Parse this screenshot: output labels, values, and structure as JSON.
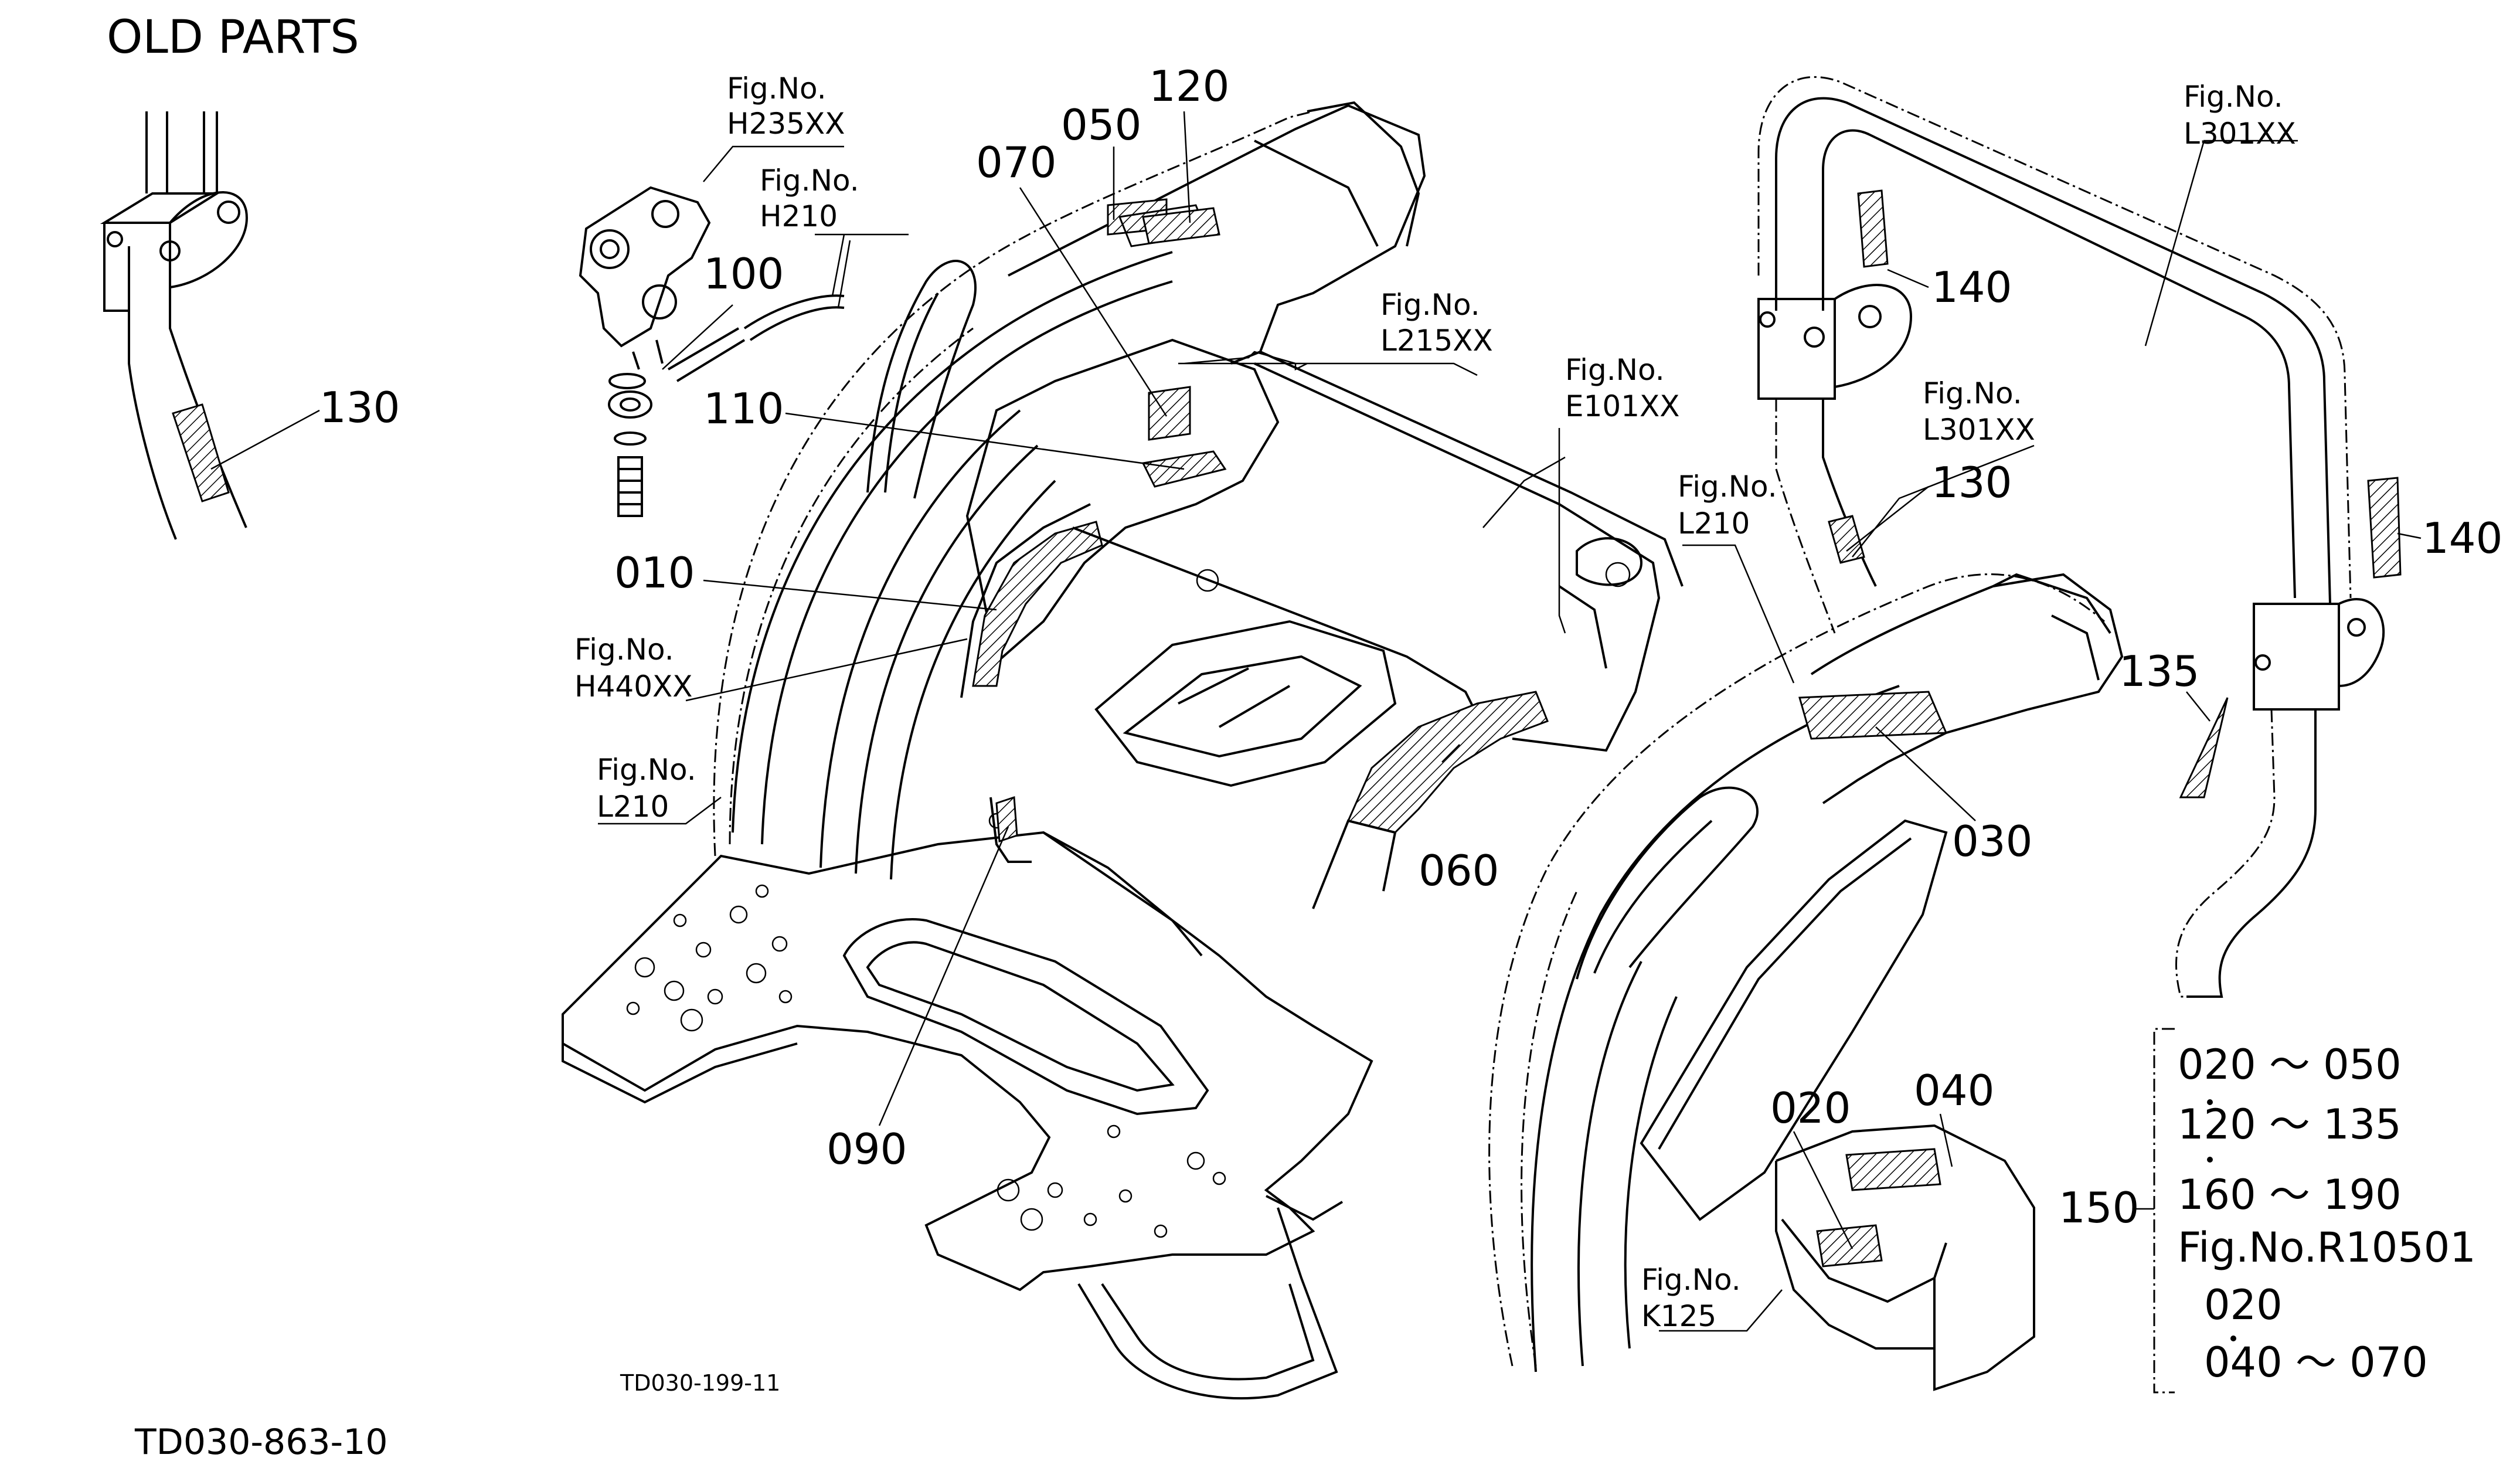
{
  "header": {
    "title": "OLD PARTS"
  },
  "footer": {
    "code": "TD030-863-10"
  },
  "drawing": {
    "code": "TD030-199-11"
  },
  "fig_refs": [
    {
      "no": "Fig.No.",
      "id": "H235XX"
    },
    {
      "no": "Fig.No.",
      "id": "H210"
    },
    {
      "no": "Fig.No.",
      "id": "L215XX"
    },
    {
      "no": "Fig.No.",
      "id": "E101XX"
    },
    {
      "no": "Fig.No.",
      "id": "H440XX"
    },
    {
      "no": "Fig.No.",
      "id": "L210"
    },
    {
      "no": "Fig.No.",
      "id": "L210"
    },
    {
      "no": "Fig.No.",
      "id": "L301XX"
    },
    {
      "no": "Fig.No.",
      "id": "L301XX"
    },
    {
      "no": "Fig.No.",
      "id": "K125"
    }
  ],
  "parts": {
    "p010": "010",
    "p020": "020",
    "p030": "030",
    "p040": "040",
    "p050": "050",
    "p060": "060",
    "p070": "070",
    "p090": "090",
    "p100": "100",
    "p110": "110",
    "p120": "120",
    "p130a": "130",
    "p130b": "130",
    "p135": "135",
    "p140a": "140",
    "p140b": "140",
    "p150": "150"
  },
  "kit_150": {
    "lines": [
      "020 ～ 050",
      "120 ～ 135",
      "160 ～ 190",
      "Fig.No.R10501",
      "020",
      "040 ～ 070"
    ]
  }
}
